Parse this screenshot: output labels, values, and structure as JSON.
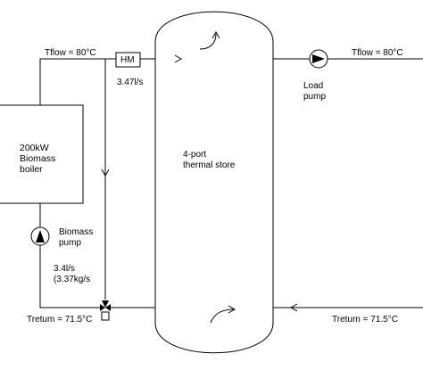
{
  "labels": {
    "tflow_left": "Tflow = 80°C",
    "tflow_right": "Tflow = 80°C",
    "hm": "HM",
    "flow_rate_top": "3.47l/s",
    "load_pump": "Load\npump",
    "boiler": "200kW\nBiomass\nboiler",
    "store": "4-port\nthermal store",
    "biomass_pump": "Biomass\npump",
    "flow_rate_bottom": "3.4l/s\n(3.37kg/s",
    "treturn_left": "Tretum = 71.5°C",
    "treturn_right": "Treturn = 71.5°C"
  }
}
